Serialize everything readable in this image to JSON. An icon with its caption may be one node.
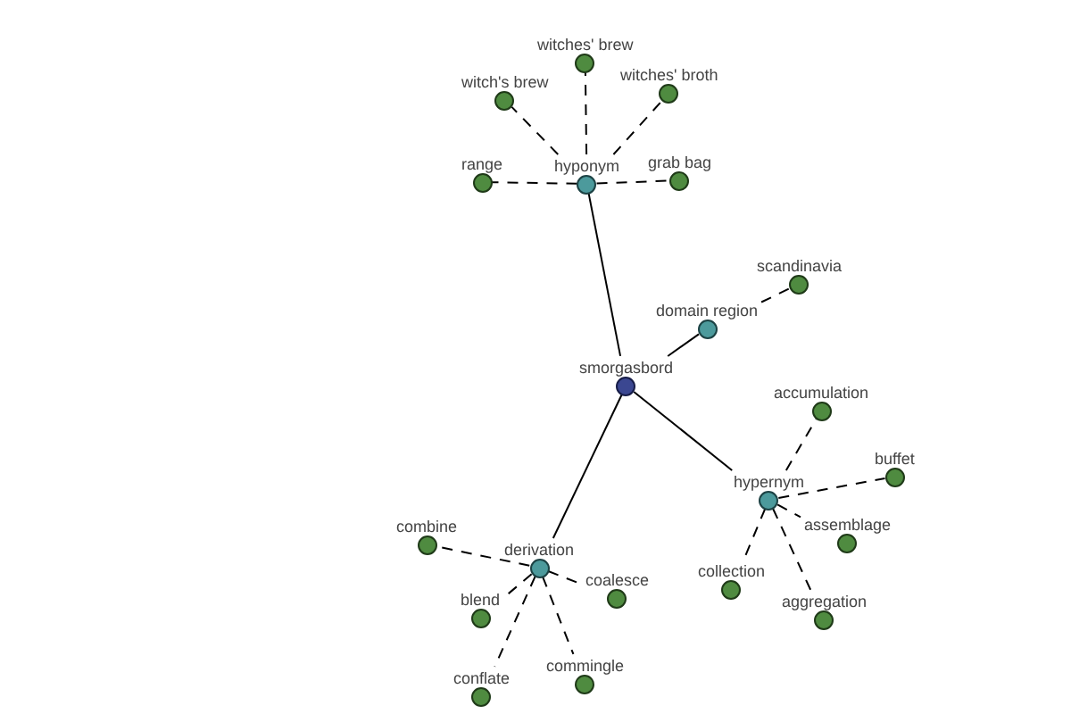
{
  "diagram": {
    "nodes": [
      {
        "text": [
          "witches' brew"
        ]
      },
      {
        "text": [
          "witch's brew"
        ]
      },
      {
        "text": [
          "witches' broth"
        ]
      },
      {
        "text": [
          "range"
        ]
      },
      {
        "text": [
          "hyponym"
        ]
      },
      {
        "text": [
          "grab bag"
        ]
      },
      {
        "text": [
          "scandinavia"
        ]
      },
      {
        "text": [
          "domain region"
        ]
      },
      {
        "text": [
          "smorgasbord"
        ]
      },
      {
        "text": [
          "accumulation"
        ]
      },
      {
        "text": [
          "buffet"
        ]
      },
      {
        "text": [
          "hypernym"
        ]
      },
      {
        "text": [
          "assemblage"
        ]
      },
      {
        "text": [
          "combine"
        ]
      },
      {
        "text": [
          "derivation"
        ]
      },
      {
        "text": [
          "collection"
        ]
      },
      {
        "text": [
          "coalesce"
        ]
      },
      {
        "text": [
          "blend"
        ]
      },
      {
        "text": [
          "aggregation"
        ]
      },
      {
        "text": [
          "commingle"
        ]
      },
      {
        "text": [
          "conflate"
        ]
      }
    ],
    "edges": [
      {
        "from": 8,
        "to": 4,
        "arrow": "none"
      },
      {
        "from": 8,
        "to": 7,
        "arrow": "none"
      },
      {
        "from": 8,
        "to": 11,
        "arrow": "none"
      },
      {
        "from": 8,
        "to": 14,
        "arrow": "none"
      },
      {
        "from": 4,
        "to": 0,
        "arrow": "none",
        "style": "dashed"
      },
      {
        "from": 4,
        "to": 1,
        "arrow": "none",
        "style": "dashed"
      },
      {
        "from": 4,
        "to": 2,
        "arrow": "none",
        "style": "dashed"
      },
      {
        "from": 4,
        "to": 3,
        "arrow": "none",
        "style": "dashed"
      },
      {
        "from": 4,
        "to": 5,
        "arrow": "none",
        "style": "dashed"
      },
      {
        "from": 7,
        "to": 6,
        "arrow": "none",
        "style": "dashed"
      },
      {
        "from": 11,
        "to": 9,
        "arrow": "none",
        "style": "dashed"
      },
      {
        "from": 11,
        "to": 10,
        "arrow": "none",
        "style": "dashed"
      },
      {
        "from": 11,
        "to": 12,
        "arrow": "none",
        "style": "dashed"
      },
      {
        "from": 11,
        "to": 15,
        "arrow": "none",
        "style": "dashed"
      },
      {
        "from": 11,
        "to": 18,
        "arrow": "none",
        "style": "dashed"
      },
      {
        "from": 14,
        "to": 13,
        "arrow": "none",
        "style": "dashed"
      },
      {
        "from": 14,
        "to": 17,
        "arrow": "none",
        "style": "dashed"
      },
      {
        "from": 14,
        "to": 16,
        "arrow": "none",
        "style": "dashed"
      },
      {
        "from": 14,
        "to": 19,
        "arrow": "none",
        "style": "dashed"
      },
      {
        "from": 14,
        "to": 20,
        "arrow": "none",
        "style": "dashed"
      }
    ]
  }
}
